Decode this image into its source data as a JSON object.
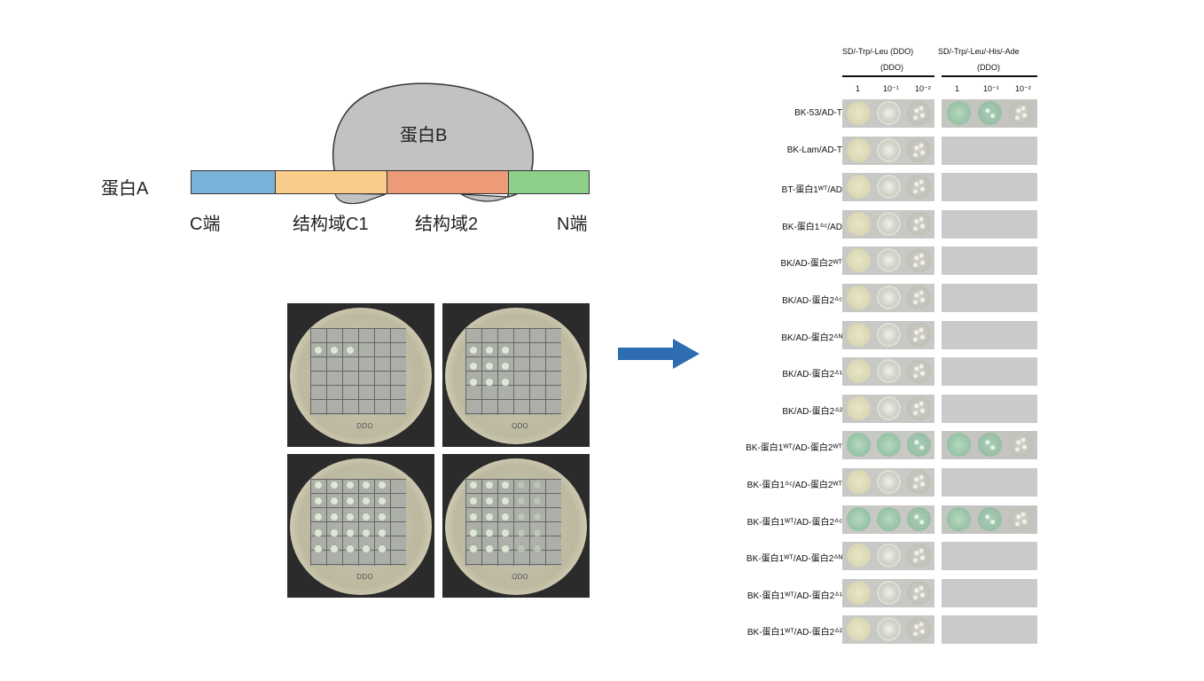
{
  "protein_diagram": {
    "protein_a": "蛋白A",
    "protein_b": "蛋白B",
    "domains": [
      {
        "label": "C端",
        "color": "#7ab3d9"
      },
      {
        "label": "结构域C1",
        "color": "#f9cc8a"
      },
      {
        "label": "结构域2",
        "color": "#ec9a78"
      },
      {
        "label": "N端",
        "color": "#8cd08a"
      }
    ],
    "blob_color": "#c2c2c2"
  },
  "arrow_color": "#2f6db3",
  "plates": {
    "labels": [
      "DDO",
      "QDO",
      "DDO",
      "QDO"
    ]
  },
  "spot_assay": {
    "header_left": "SD/-Trp/-Leu (DDO)",
    "header_left_sub": "(DDO)",
    "header_right": "SD/-Trp/-Leu/-His/-Ade",
    "header_right_sub": "(DDO)",
    "dilutions": [
      "1",
      "10⁻¹",
      "10⁻²"
    ],
    "rows": [
      {
        "label": "BK-53/AD-T",
        "qdo": "positive"
      },
      {
        "label": "BK-Lam/AD-T",
        "qdo": "negative"
      },
      {
        "label": "BT-蛋白1ᵂᵀ/AD",
        "qdo": "negative"
      },
      {
        "label": "BK-蛋白1ᐞᶜ/AD",
        "qdo": "negative"
      },
      {
        "label": "BK/AD-蛋白2ᵂᵀ",
        "qdo": "negative"
      },
      {
        "label": "BK/AD-蛋白2ᐞᶜ",
        "qdo": "negative"
      },
      {
        "label": "BK/AD-蛋白2ᐞᴺ",
        "qdo": "negative"
      },
      {
        "label": "BK/AD-蛋白2ᐞ¹",
        "qdo": "negative"
      },
      {
        "label": "BK/AD-蛋白2ᐞ²",
        "qdo": "negative"
      },
      {
        "label": "BK-蛋白1ᵂᵀ/AD-蛋白2ᵂᵀ",
        "qdo": "positive"
      },
      {
        "label": "BK-蛋白1ᐞᶜ/AD-蛋白2ᵂᵀ",
        "qdo": "negative"
      },
      {
        "label": "BK-蛋白1ᵂᵀ/AD-蛋白2ᐞᶜ",
        "qdo": "positive"
      },
      {
        "label": "BK-蛋白1ᵂᵀ/AD-蛋白2ᐞᴺ",
        "qdo": "negative"
      },
      {
        "label": "BK-蛋白1ᵂᵀ/AD-蛋白2ᐞ¹",
        "qdo": "negative"
      },
      {
        "label": "BK-蛋白1ᵂᵀ/AD-蛋白2ᐞ²",
        "qdo": "negative"
      }
    ]
  }
}
